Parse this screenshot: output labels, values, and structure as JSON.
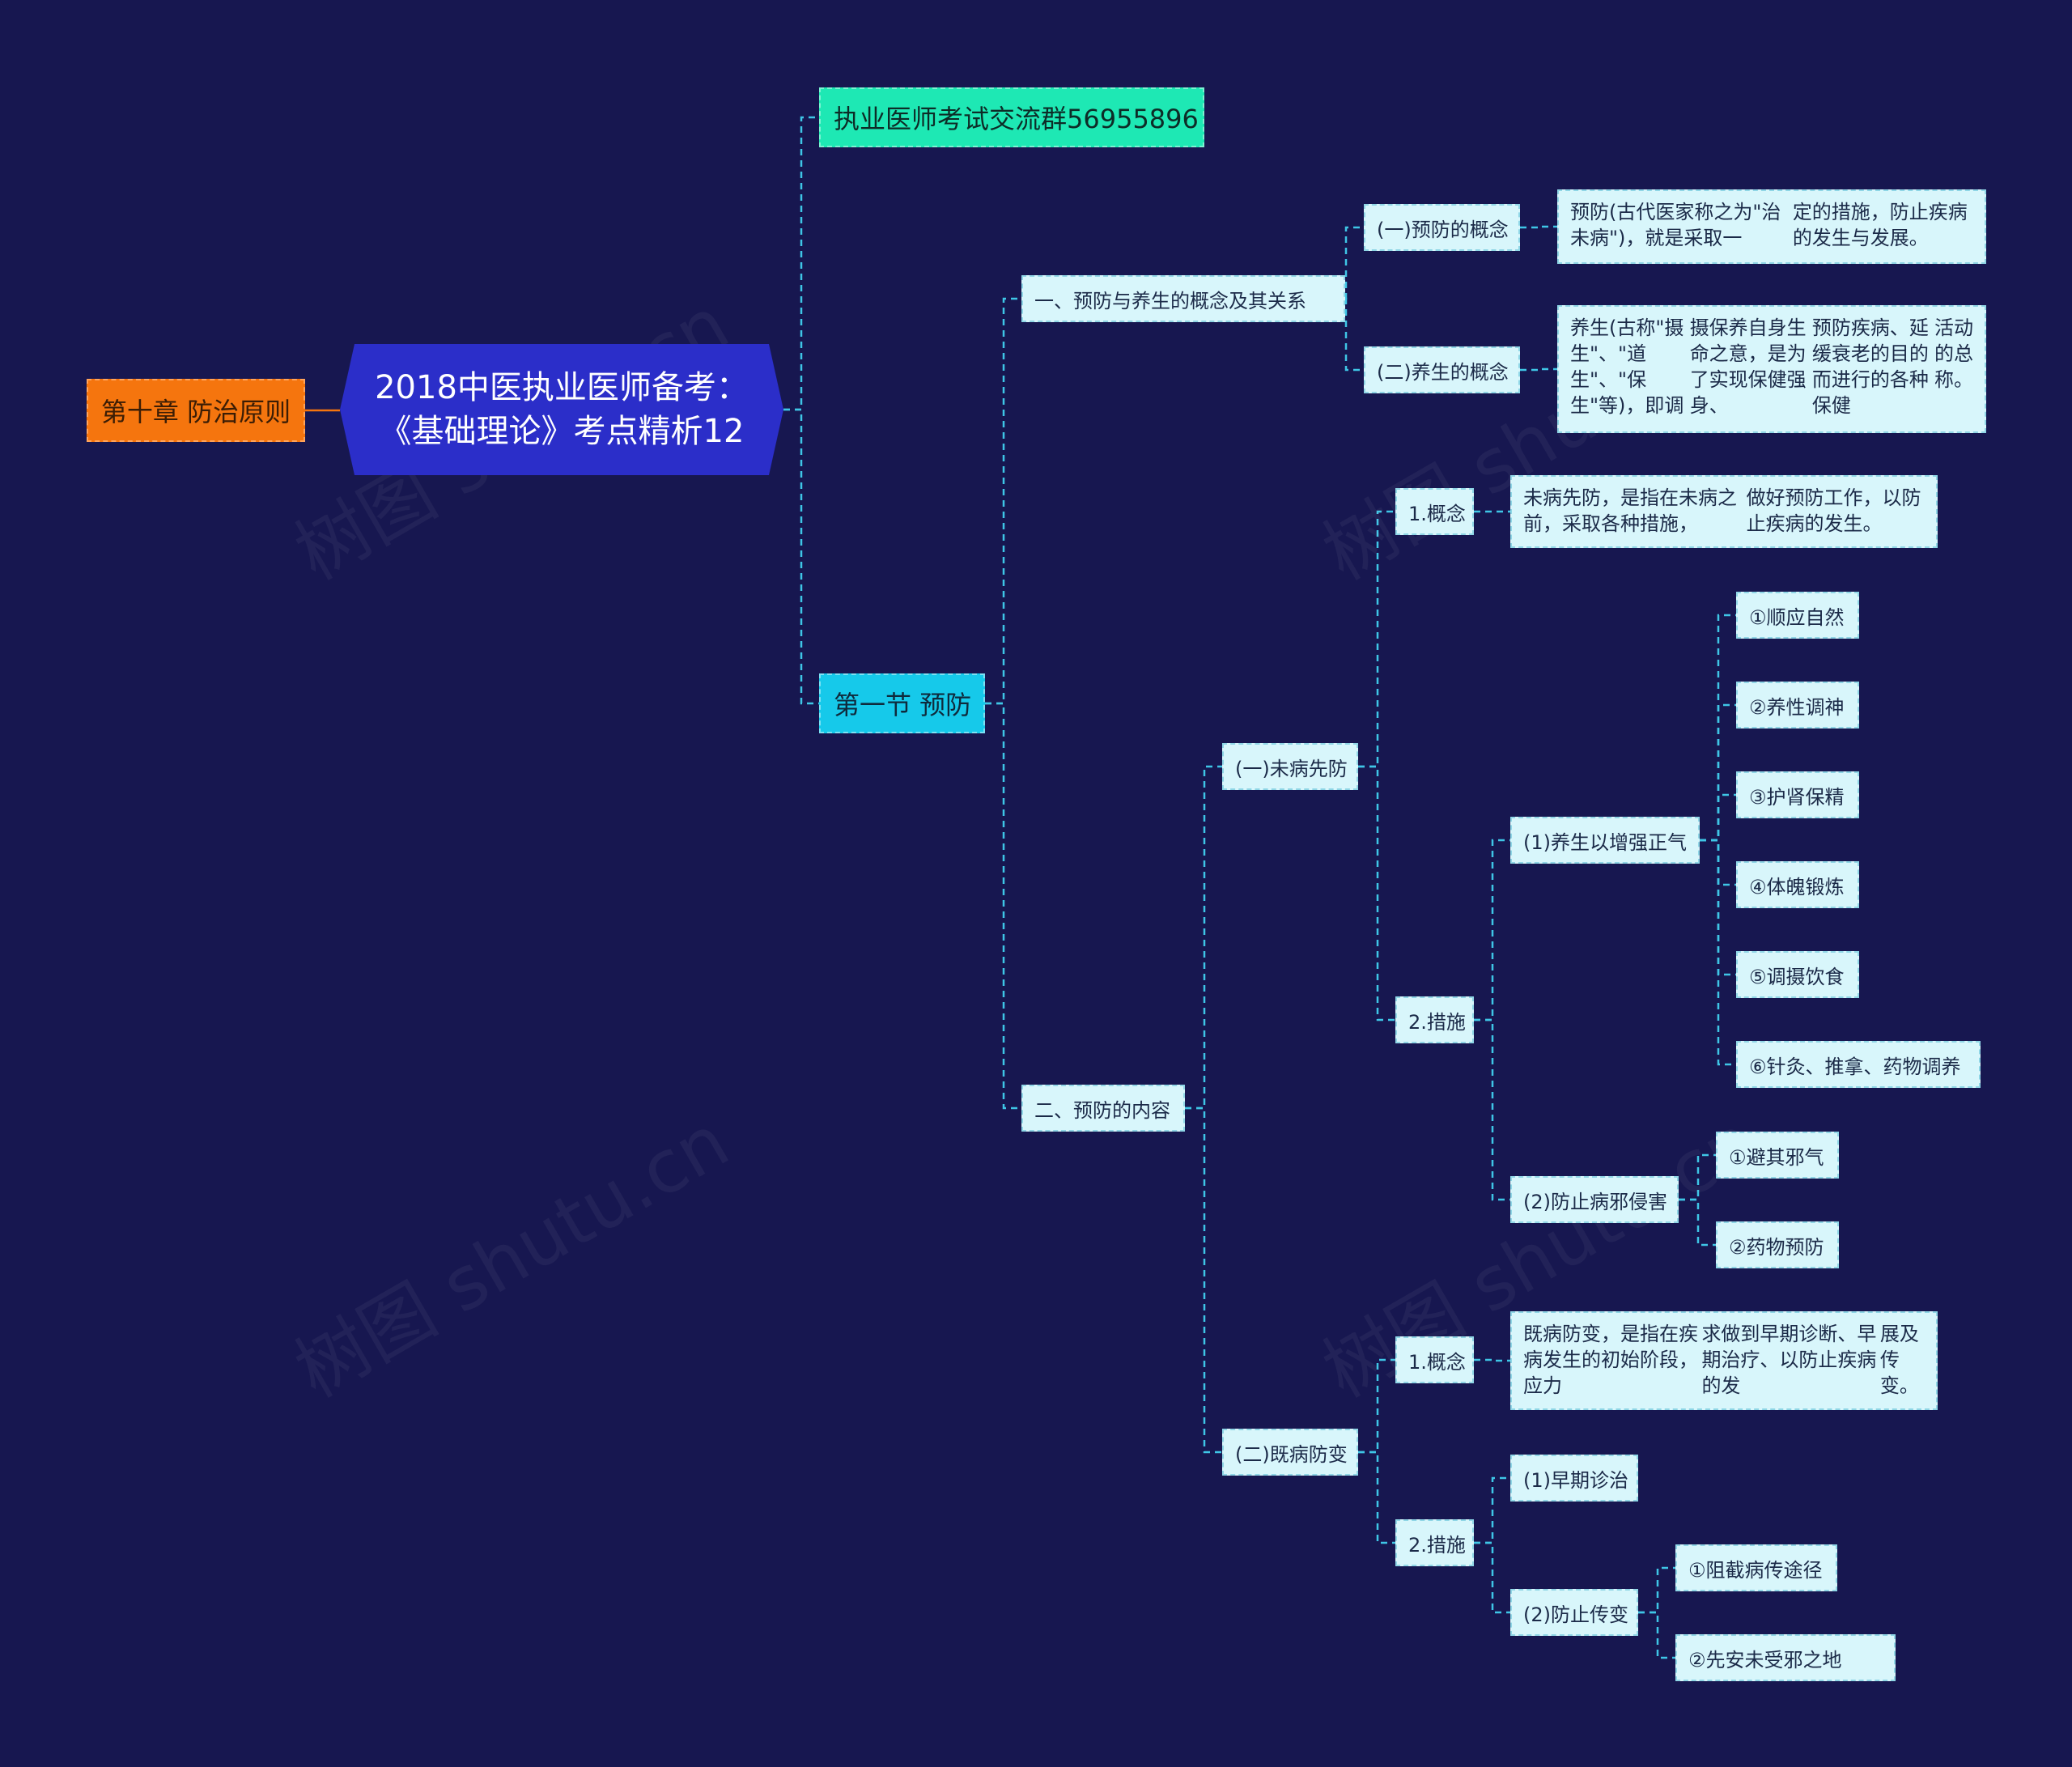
{
  "root": {
    "line1": "2018中医执业医师备考：",
    "line2": "《基础理论》考点精析12"
  },
  "chapter": "第十章 防治原则",
  "group": "执业医师考试交流群56955896",
  "section": "第一节 预防",
  "branch1": {
    "label": "一、预防与养生的概念及其关系",
    "c1": {
      "label": "(一)预防的概念",
      "lines": [
        "预防(古代医家称之为\"治未病\")，就是采取一",
        "定的措施，防止疾病的发生与发展。"
      ]
    },
    "c2": {
      "label": "(二)养生的概念",
      "lines": [
        "养生(古称\"摄生\"、\"道生\"、\"保生\"等)，即调",
        "摄保养自身生命之意，是为了实现保健强身、",
        "预防疾病、延缓衰老的目的而进行的各种保健",
        "活动的总称。"
      ]
    }
  },
  "branch2": {
    "label": "二、预防的内容",
    "weibing": {
      "label": "(一)未病先防",
      "concept": {
        "label": "1.概念",
        "lines": [
          "未病先防，是指在未病之前，采取各种措施，",
          "做好预防工作，以防止疾病的发生。"
        ]
      },
      "measures": {
        "label": "2.措施",
        "m1": {
          "label": "(1)养生以增强正气",
          "items": [
            "①顺应自然",
            "②养性调神",
            "③护肾保精",
            "④体魄锻炼",
            "⑤调摄饮食",
            "⑥针灸、推拿、药物调养"
          ]
        },
        "m2": {
          "label": "(2)防止病邪侵害",
          "items": [
            "①避其邪气",
            "②药物预防"
          ]
        }
      }
    },
    "jibing": {
      "label": "(二)既病防变",
      "concept": {
        "label": "1.概念",
        "lines": [
          "既病防变，是指在疾病发生的初始阶段，应力",
          "求做到早期诊断、早期治疗、以防止疾病的发",
          "展及传变。"
        ]
      },
      "measures": {
        "label": "2.措施",
        "m1": {
          "label": "(1)早期诊治"
        },
        "m2": {
          "label": "(2)防止传变",
          "items": [
            "①阻截病传途径",
            "②先安未受邪之地"
          ]
        }
      }
    }
  },
  "watermark": "树图 shutu.cn",
  "colors": {
    "background": "#171750",
    "root": "#2b2ec9",
    "chapter": "#f5750e",
    "group": "#1ee8b4",
    "section": "#16c9ea",
    "leaf": "#d8f6fb",
    "link": "#3fc6e6"
  }
}
